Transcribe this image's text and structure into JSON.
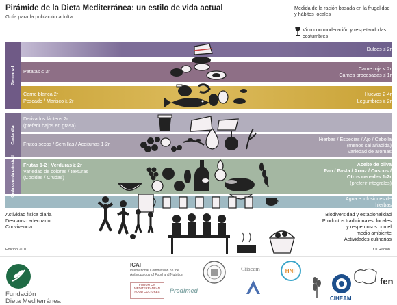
{
  "header": {
    "title": "Pirámide de la Dieta Mediterránea: un estilo de vida actual",
    "subtitle": "Guía para la población adulta",
    "portion_note": "Medida de la ración basada en la frugalidad y hábitos locales",
    "wine_note": "Vino con moderación y respetando las costumbres"
  },
  "side_labels": {
    "weekly": "Semanal",
    "daily": "Cada día",
    "every_meal": "Cada comida principal"
  },
  "bands": {
    "sweets": {
      "right": "Dulces ≤ 2r"
    },
    "potatoes": {
      "left": "Patatas ≤ 3r",
      "right1": "Carne roja < 2r",
      "right2": "Carnes procesadas ≤ 1r"
    },
    "meat_fish": {
      "left1": "Carne blanca 2r",
      "left2": "Pescado / Marisco ≥ 2r",
      "right1": "Huevos 2-4r",
      "right2": "Legumbres ≥ 2r"
    },
    "dairy": {
      "left1": "Derivados lácteos 2r",
      "left2": "(preferir bajos en grasa)"
    },
    "nuts": {
      "left": "Frutos secos / Semillas / Aceitunas 1-2r",
      "right1": "Hierbas / Especias / Ajo / Cebolla",
      "right2": "(menos sal añadida)",
      "right3": "Variedad de aromas"
    },
    "meal": {
      "left1": "Frutas 1-2 | Verduras ≥ 2r",
      "left2": "Variedad de colores / texturas",
      "left3": "(Cocidas / Crudas)",
      "right1": "Aceite de oliva",
      "right2": "Pan / Pasta / Arroz / Cuscus /",
      "right3": "Otros cereales 1-2r",
      "right4": "(preferir integrales)"
    },
    "water": {
      "right1": "Agua e infusiones de",
      "right2": "hierbas"
    }
  },
  "footer": {
    "left1": "Actividad física diaria",
    "left2": "Descanso adecuado",
    "left3": "Convivencia",
    "right1": "Biodiversidad y estacionalidad",
    "right2": "Productos tradicionales, locales",
    "right3": "y respetuosos con el",
    "right4": "medio ambiente",
    "right5": "Actividades culinarias",
    "edition": "Edición 2010",
    "ration_note": "r = Ración"
  },
  "partners": {
    "foundation1": "Fundación",
    "foundation2": "Dieta Mediterránea",
    "icaf_title": "ICAF",
    "icaf_line1": "International Commission on the",
    "icaf_line2": "Anthropology of Food and Nutrition",
    "forum": "FORUM ON MEDITERRANEAN FOOD CULTURES",
    "predimed": "Predimed",
    "ciiscam": "Ciiscam",
    "hnf": "HNF",
    "ciheam": "CIHEAM",
    "feng": "fen"
  },
  "colors": {
    "sweets": "#7d6d98",
    "potatoes": "#8e6f86",
    "meat": "#d6b14a",
    "dairy": "#b2aebd",
    "nuts": "#a89fae",
    "meal": "#a4b7a2",
    "water": "#9fbac3",
    "side": "#6f5a86"
  }
}
